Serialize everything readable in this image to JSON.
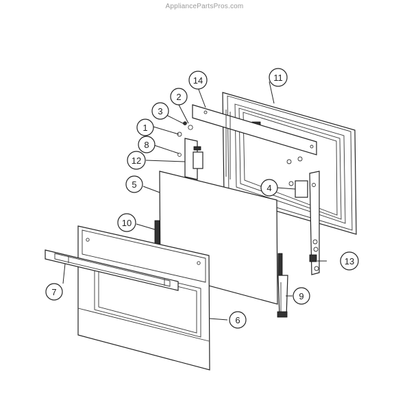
{
  "watermark": "AppliancePartsPros.com",
  "callouts": [
    {
      "number": "1"
    },
    {
      "number": "2"
    },
    {
      "number": "3"
    },
    {
      "number": "4"
    },
    {
      "number": "5"
    },
    {
      "number": "6"
    },
    {
      "number": "7"
    },
    {
      "number": "8"
    },
    {
      "number": "9"
    },
    {
      "number": "10"
    },
    {
      "number": "11"
    },
    {
      "number": "12"
    },
    {
      "number": "13"
    },
    {
      "number": "14"
    }
  ]
}
